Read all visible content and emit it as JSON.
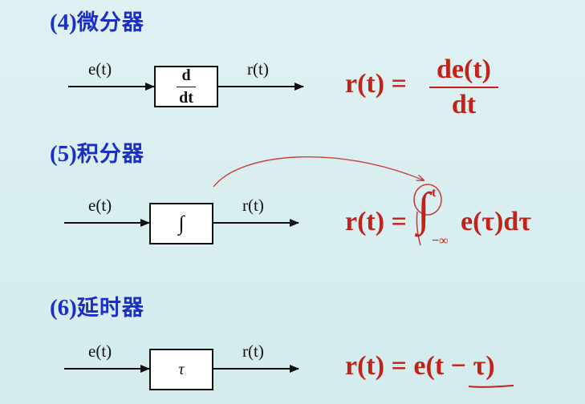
{
  "sections": [
    {
      "heading_num": "(4)",
      "heading_text": "微分器",
      "input_label": "e(t)",
      "block_num": "d",
      "block_den": "dt",
      "output_label": "r(t)",
      "eq_lhs": "r(t) =",
      "eq_num": "de(t)",
      "eq_den": "dt"
    },
    {
      "heading_num": "(5)",
      "heading_text": "积分器",
      "input_label": "e(t)",
      "block_symbol": "∫",
      "output_label": "r(t)",
      "eq_lhs": "r(t) =",
      "eq_upper": "t",
      "eq_lower": "−∞",
      "eq_integrand": "e(τ)dτ"
    },
    {
      "heading_num": "(6)",
      "heading_text": "延时器",
      "input_label": "e(t)",
      "block_symbol": "τ",
      "output_label": "r(t)",
      "eq_text": "r(t) = e(t − τ)"
    }
  ],
  "colors": {
    "heading": "#1c2fc4",
    "equation": "#c1221a",
    "annotation": "#c8413c"
  }
}
